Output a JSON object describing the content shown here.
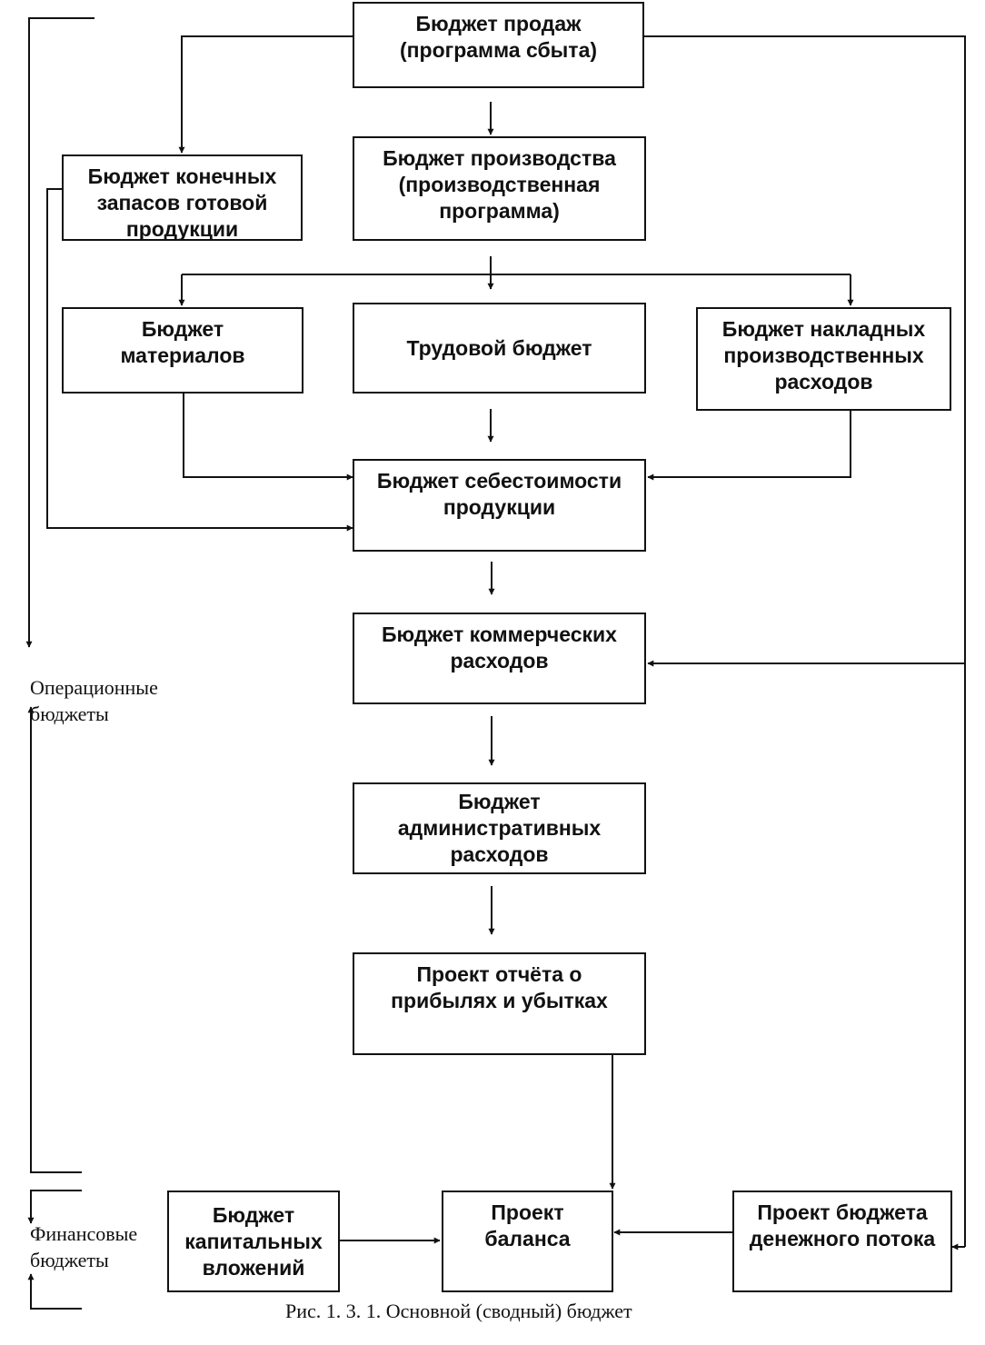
{
  "boxes": {
    "sales": "Бюджет    продаж\n(программа сбыта)",
    "production": "Бюджет производства\n(производственная\nпрограмма)",
    "ending_inventory": "Бюджет конечных\nзапасов готовой\nпродукции",
    "materials": "Бюджет\nматериалов",
    "labor": "Трудовой бюджет",
    "overhead": "Бюджет накладных\nпроизводственных\nрасходов",
    "cost_of_goods": "Бюджет себестоимости\nпродукции",
    "selling_expenses": "Бюджет коммерческих\nрасходов",
    "admin_expenses": "Бюджет\nадминистративных\nрасходов",
    "profit_loss": "Проект отчёта о\nприбылях и убытках",
    "capital_investment": "Бюджет\nкапитальных\nвложений",
    "balance": "Проект\nбаланса",
    "cash_flow": "Проект бюджета\nденежного потока"
  },
  "labels": {
    "operating": "Операционные\nбюджеты",
    "financial": "Финансовые\nбюджеты"
  },
  "caption": "Рис. 1. 3. 1. Основной (сводный) бюджет"
}
